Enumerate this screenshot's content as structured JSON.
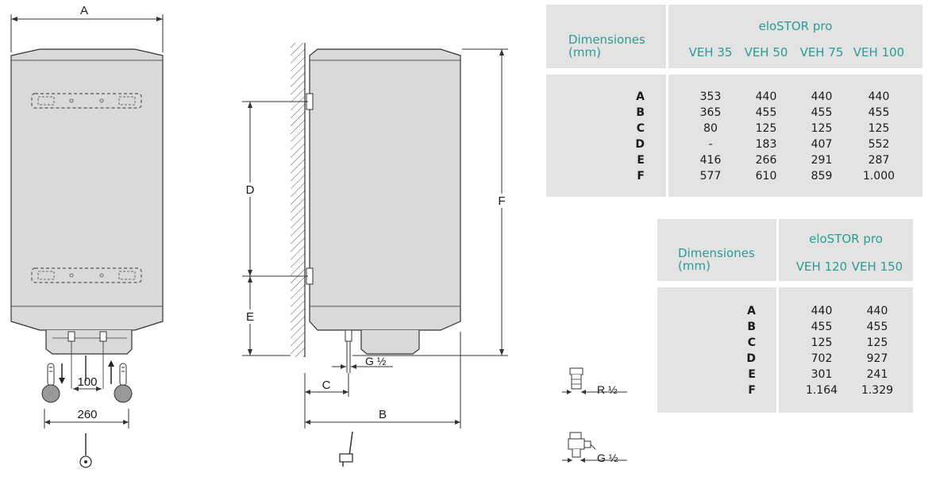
{
  "labels": {
    "A": "A",
    "B": "B",
    "C": "C",
    "D": "D",
    "E": "E",
    "F": "F",
    "dim_100": "100",
    "dim_260": "260",
    "g_half": "G ½",
    "r_half": "R ½",
    "g_half_valve": "G ½"
  },
  "table1": {
    "title_line1": "Dimensiones",
    "title_line2": "(mm)",
    "brand": "eloSTOR pro",
    "models": [
      "VEH 35",
      "VEH 50",
      "VEH 75",
      "VEH 100"
    ],
    "row_labels": [
      "A",
      "B",
      "C",
      "D",
      "E",
      "F"
    ],
    "columns": [
      [
        "353",
        "365",
        "80",
        "-",
        "416",
        "577"
      ],
      [
        "440",
        "455",
        "125",
        "183",
        "266",
        "610"
      ],
      [
        "440",
        "455",
        "125",
        "407",
        "291",
        "859"
      ],
      [
        "440",
        "455",
        "125",
        "552",
        "287",
        "1.000"
      ]
    ]
  },
  "table2": {
    "title_line1": "Dimensiones",
    "title_line2": "(mm)",
    "brand": "eloSTOR pro",
    "models": [
      "VEH 120",
      "VEH 150"
    ],
    "row_labels": [
      "A",
      "B",
      "C",
      "D",
      "E",
      "F"
    ],
    "columns": [
      [
        "440",
        "455",
        "125",
        "702",
        "301",
        "1.164"
      ],
      [
        "440",
        "455",
        "125",
        "927",
        "241",
        "1.329"
      ]
    ]
  },
  "colors": {
    "accent": "#2a9d8f",
    "table_bg": "#e3e3e3",
    "tank_fill": "#d9d9d9",
    "ink": "#1a1a1a"
  }
}
